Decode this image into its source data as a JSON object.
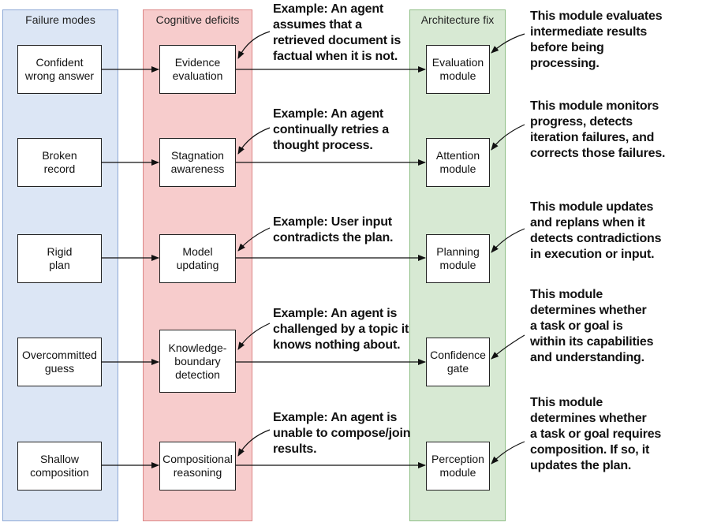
{
  "columns": {
    "failure": "Failure modes",
    "cognitive": "Cognitive deficits",
    "architecture": "Architecture fix"
  },
  "rows": [
    {
      "failure": "Confident\nwrong answer",
      "deficit": "Evidence\nevaluation",
      "fix": "Evaluation\nmodule",
      "example": "Example: An agent\nassumes that a\nretrieved document is\nfactual when it is not.",
      "description": "This module evaluates\nintermediate results\nbefore being\nprocessing."
    },
    {
      "failure": "Broken\nrecord",
      "deficit": "Stagnation\nawareness",
      "fix": "Attention\nmodule",
      "example": "Example: An agent\ncontinually retries a\nthought process.",
      "description": "This module monitors\nprogress, detects\niteration failures, and\ncorrects those failures."
    },
    {
      "failure": "Rigid\nplan",
      "deficit": "Model\nupdating",
      "fix": "Planning\nmodule",
      "example": "Example: User input\ncontradicts the plan.",
      "description": "This module updates\nand replans when it\ndetects contradictions\nin execution or input."
    },
    {
      "failure": "Overcommitted\nguess",
      "deficit": "Knowledge-\nboundary\ndetection",
      "fix": "Confidence\ngate",
      "example": "Example: An agent is\nchallenged by a topic it\nknows nothing about.",
      "description": "This module\ndetermines whether\na task or goal is\nwithin its capabilities\nand understanding."
    },
    {
      "failure": "Shallow\ncomposition",
      "deficit": "Compositional\nreasoning",
      "fix": "Perception\nmodule",
      "example": "Example: An agent is\nunable to compose/join\nresults.",
      "description": "This module\ndetermines whether\na task or goal requires\ncomposition. If so, it\nupdates the plan."
    }
  ]
}
